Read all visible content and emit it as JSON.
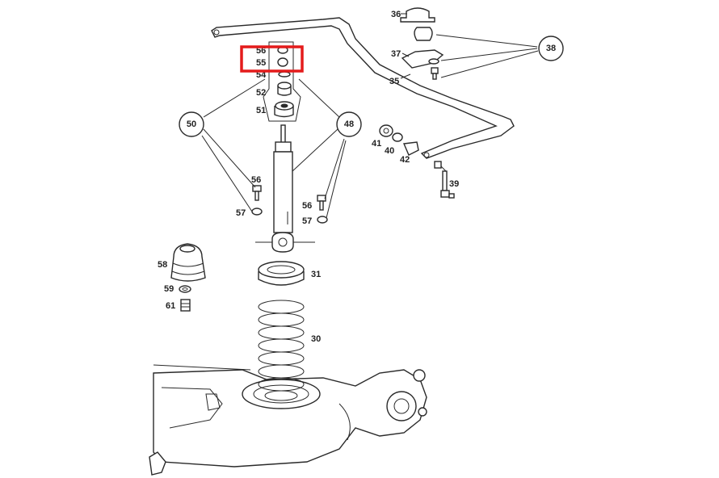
{
  "callouts": [
    {
      "id": "50",
      "label": "50"
    },
    {
      "id": "48",
      "label": "48"
    },
    {
      "id": "38",
      "label": "38"
    }
  ],
  "labels": {
    "p56a": "56",
    "p55": "55",
    "p54": "54",
    "p52": "52",
    "p51": "51",
    "p56b": "56",
    "p57a": "57",
    "p56c": "56",
    "p57b": "57",
    "p58": "58",
    "p59": "59",
    "p61": "61",
    "p31": "31",
    "p30": "30",
    "p36": "36",
    "p37": "37",
    "p35": "35",
    "p41": "41",
    "p40": "40",
    "p42": "42",
    "p39": "39"
  },
  "highlight": {
    "color": "#e41b1b",
    "target": "55"
  }
}
